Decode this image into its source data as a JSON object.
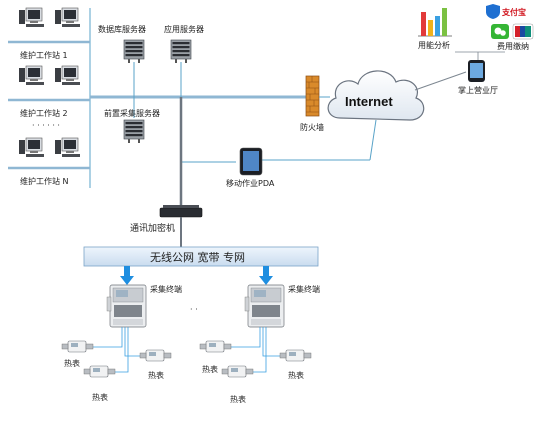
{
  "workstations": {
    "label_1": "维护工作站 1",
    "label_2": "维护工作站 2",
    "dots": "· · · · · ·",
    "label_n": "维护工作站 N"
  },
  "servers": {
    "database": "数据库服务器",
    "application": "应用服务器",
    "frontend": "前置采集服务器"
  },
  "firewall": "防火墙",
  "internet": "Internet",
  "mobile_pda": "移动作业PDA",
  "encryptor": "通讯加密机",
  "wan_bar": "无线公网 宽带 专网",
  "collectors": {
    "left": "采集终端",
    "right": "采集终端",
    "dots": "· ·"
  },
  "meters": [
    "热表",
    "热表",
    "热表",
    "热表",
    "热表",
    "热表"
  ],
  "services": {
    "energy_analysis": "用能分析",
    "alipay": "支付宝",
    "payment": "费用缴纳",
    "mobile_hall": "掌上营业厅"
  },
  "colors": {
    "line_blue": "#5aa3c8",
    "bar_fill": "#dbe9f6",
    "arrow_blue": "#1f8ee0",
    "firewall": "#d98a2b"
  }
}
